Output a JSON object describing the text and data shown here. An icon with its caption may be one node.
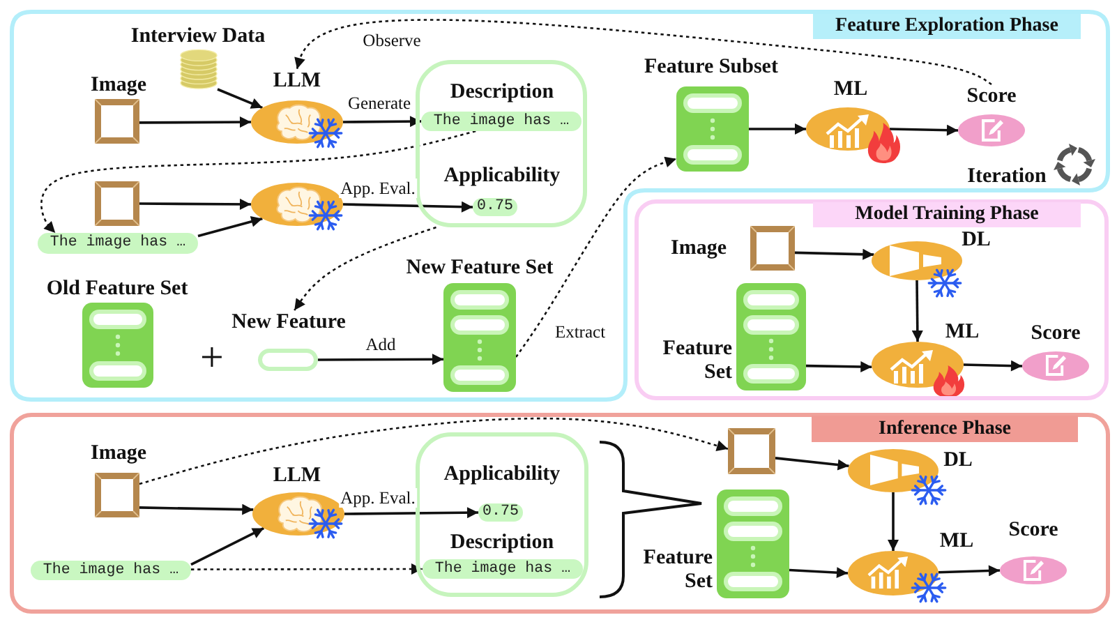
{
  "diagram": {
    "nodes": [
      {
        "text": [
          "Feature Exploration Phase"
        ]
      },
      {
        "text": [
          "Image"
        ],
        "in": 0
      },
      {
        "text": [
          "Interview Data"
        ],
        "in": 0
      },
      {
        "text": [
          "LLM"
        ],
        "in": 0
      },
      {
        "text": [],
        "shape": "box",
        "in": 0
      },
      {
        "text": [
          "Description",
          "The image has …"
        ],
        "in": 4
      },
      {
        "text": [
          "Applicability",
          "0.75"
        ],
        "in": 4
      },
      {
        "text": [],
        "shape": "picture",
        "in": 0
      },
      {
        "text": [],
        "shape": "ellipse",
        "in": 0
      },
      {
        "text": [
          "The image has …"
        ],
        "in": 0
      },
      {
        "text": [
          "Old Feature Set"
        ],
        "in": 0
      },
      {
        "text": [
          "New Feature"
        ],
        "in": 0
      },
      {
        "text": [
          "New Feature Set"
        ],
        "in": 0
      },
      {
        "text": [
          "Feature Subset"
        ],
        "in": 0
      },
      {
        "text": [
          "ML"
        ],
        "in": 0
      },
      {
        "text": [
          "Score"
        ],
        "in": 0
      },
      {
        "text": [
          "Model Training Phase"
        ]
      },
      {
        "text": [
          "Image"
        ],
        "in": 16
      },
      {
        "text": [
          "DL"
        ],
        "in": 16
      },
      {
        "text": [
          "Feature Set"
        ],
        "in": 16
      },
      {
        "text": [
          "ML"
        ],
        "in": 16
      },
      {
        "text": [
          "Score"
        ],
        "in": 16
      },
      {
        "text": [
          "Inference Phase"
        ]
      },
      {
        "text": [
          "Image"
        ],
        "in": 22
      },
      {
        "text": [
          "LLM"
        ],
        "in": 22
      },
      {
        "text": [
          "The image has …"
        ],
        "in": 22
      },
      {
        "text": [],
        "shape": "box",
        "in": 22
      },
      {
        "text": [
          "Applicability",
          "0.75"
        ],
        "in": 26
      },
      {
        "text": [
          "Description",
          "The image has …"
        ],
        "in": 26
      },
      {
        "text": [],
        "shape": "picture",
        "in": 22
      },
      {
        "text": [
          "DL"
        ],
        "in": 22
      },
      {
        "text": [
          "Feature Set"
        ],
        "in": 22
      },
      {
        "text": [
          "ML"
        ],
        "in": 22
      },
      {
        "text": [
          "Score"
        ],
        "in": 22
      }
    ],
    "edges": [
      {
        "from": 1,
        "to": 3,
        "arrow": "to"
      },
      {
        "from": 2,
        "to": 3,
        "arrow": "to"
      },
      {
        "from": 3,
        "to": 5,
        "arrow": "to",
        "label": "Generate"
      },
      {
        "from": 5,
        "to": 9,
        "arrow": "to",
        "style": "dashed"
      },
      {
        "from": 7,
        "to": 8,
        "arrow": "to"
      },
      {
        "from": 9,
        "to": 8,
        "arrow": "to"
      },
      {
        "from": 8,
        "to": 6,
        "arrow": "to",
        "label": "App. Eval."
      },
      {
        "from": 4,
        "to": 11,
        "arrow": "to",
        "style": "dashed"
      },
      {
        "from": 11,
        "to": 12,
        "arrow": "to",
        "label": "Add"
      },
      {
        "from": 12,
        "to": 13,
        "arrow": "to",
        "label": "Extract",
        "style": "dashed"
      },
      {
        "from": 13,
        "to": 14,
        "arrow": "to"
      },
      {
        "from": 14,
        "to": 15,
        "arrow": "to"
      },
      {
        "from": 15,
        "to": 3,
        "arrow": "to",
        "label": "Observe",
        "style": "dashed"
      },
      {
        "from": 17,
        "to": 18,
        "arrow": "to"
      },
      {
        "from": 18,
        "to": 20,
        "arrow": "to"
      },
      {
        "from": 19,
        "to": 20,
        "arrow": "to"
      },
      {
        "from": 20,
        "to": 21,
        "arrow": "to"
      },
      {
        "from": 23,
        "to": 24,
        "arrow": "to"
      },
      {
        "from": 25,
        "to": 24,
        "arrow": "to"
      },
      {
        "from": 24,
        "to": 27,
        "arrow": "to",
        "label": "App. Eval."
      },
      {
        "from": 25,
        "to": 28,
        "arrow": "to",
        "style": "dashed"
      },
      {
        "from": 23,
        "to": 29,
        "arrow": "to",
        "style": "dashed"
      },
      {
        "from": 29,
        "to": 30,
        "arrow": "to"
      },
      {
        "from": 30,
        "to": 32,
        "arrow": "to"
      },
      {
        "from": 31,
        "to": 32,
        "arrow": "to"
      },
      {
        "from": 32,
        "to": 33,
        "arrow": "to"
      }
    ],
    "labels": [
      "Iteration",
      "+"
    ]
  }
}
